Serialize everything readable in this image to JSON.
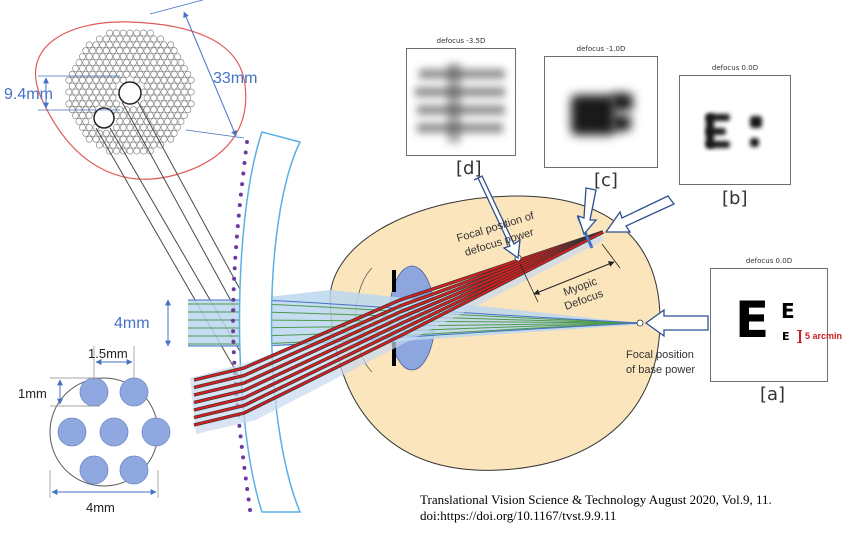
{
  "diagram": {
    "zone_sizes": {
      "outer": "33mm",
      "inner": "9.4mm"
    },
    "beam_size": "4mm",
    "lenslet": {
      "pitch": "1.5mm",
      "diameter": "1mm",
      "cluster": "4mm"
    },
    "labels": {
      "focal_defocus": [
        "Focal position of",
        "defocus power"
      ],
      "myopic_defocus": [
        "Myopic",
        "Defocus"
      ],
      "focal_base": [
        "Focal position",
        "of base power"
      ]
    },
    "thumbnails": [
      {
        "key": "d",
        "title": "defocus -3.5D",
        "tag": "[d]"
      },
      {
        "key": "c",
        "title": "defocus -1.0D",
        "tag": "[c]"
      },
      {
        "key": "b",
        "title": "defocus 0.0D",
        "tag": "[b]"
      },
      {
        "key": "a",
        "title": "defocus 0.0D",
        "tag": "[a]",
        "annotation": "5 arcmin"
      }
    ],
    "letter": "E"
  },
  "citation": {
    "line1": "Translational Vision Science & Technology August 2020, Vol.9, 11.",
    "line2": "doi:https://doi.org/10.1167/tvst.9.9.11"
  },
  "colors": {
    "outline_red": "#e05a5a",
    "dim_blue": "#4472c4",
    "eye_fill": "#fbe5bd",
    "lens_fill": "#8ea6de",
    "ray_red": "#d42020",
    "ray_green": "#4d9a4d",
    "beam_fill": "#bcd7ee",
    "lenslet_fill": "#8fa8e0",
    "cornea_blue": "#5ab0e6",
    "dot_purple": "#6b3aa0"
  }
}
